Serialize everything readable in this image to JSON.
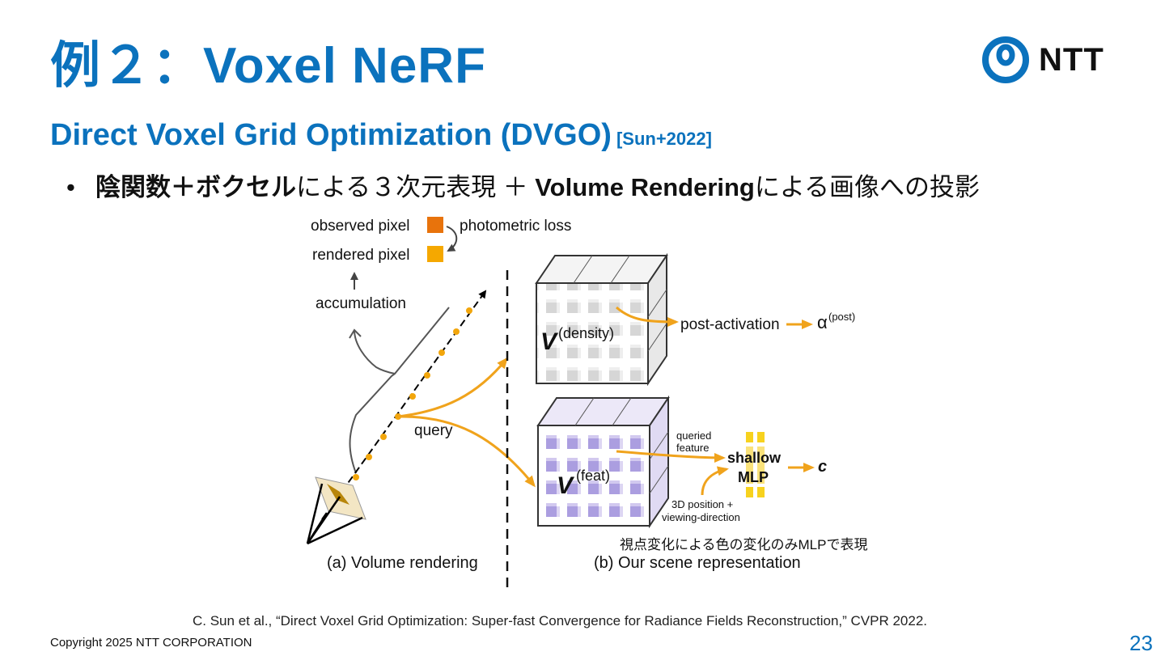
{
  "slide": {
    "title": "例２：Voxel NeRF",
    "logo_text": "NTT",
    "subtitle": "Direct Voxel Grid Optimization (DVGO)",
    "subtitle_ref": "[Sun+2022]",
    "bullet_bold": "陰関数＋ボクセル",
    "bullet_part1": "による３次元表現 ＋ ",
    "bullet_bold2": "Volume Rendering",
    "bullet_part2": "による画像への投影",
    "citation": "C. Sun et al., “Direct Voxel Grid Optimization: Super-fast Convergence for Radiance Fields Reconstruction,” CVPR 2022.",
    "copyright": "Copyright 2025 NTT CORPORATION",
    "page_number": "23",
    "colors": {
      "brand_blue": "#0b72bd",
      "observed": "#e8730c",
      "rendered": "#f5a800",
      "feature_voxel": "#a99ad6",
      "density_voxel": "#cfcfcf"
    }
  },
  "figure": {
    "observed_pixel": "observed pixel",
    "photometric_loss": "photometric loss",
    "rendered_pixel": "rendered pixel",
    "accumulation": "accumulation",
    "query": "query",
    "density_label": "V",
    "density_sup": "(density)",
    "post_activation": "post-activation",
    "alpha": "α",
    "alpha_sup": "(post)",
    "feat_label": "V",
    "feat_sup": "(feat)",
    "queried_feature_1": "queried",
    "queried_feature_2": "feature",
    "shallow": "shallow",
    "mlp": "MLP",
    "c_output": "c",
    "pos_dir_1": "3D position +",
    "pos_dir_2": "viewing-direction",
    "annotation_jp": "視点変化による色の変化のみMLPで表現",
    "caption_a": "(a) Volume rendering",
    "caption_b": "(b) Our scene representation"
  }
}
